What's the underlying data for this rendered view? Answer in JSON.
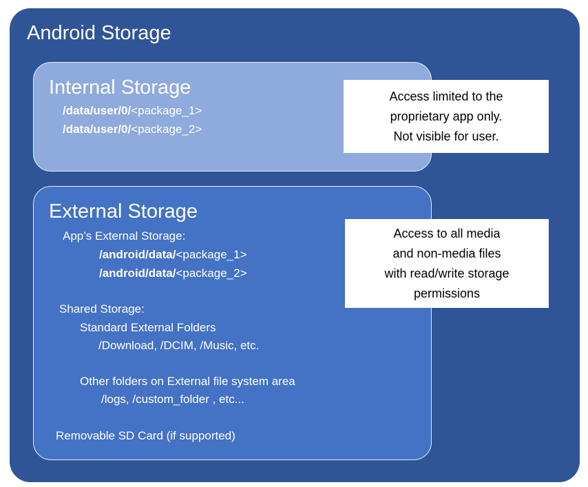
{
  "title": "Android Storage",
  "colors": {
    "outer": "#2F5597",
    "internal": "#8FAADC",
    "external": "#4472C4"
  },
  "internal": {
    "title": "Internal Storage",
    "paths": [
      {
        "bold": "/data/user/0/",
        "rest": "<package_1>"
      },
      {
        "bold": "/data/user/0/",
        "rest": "<package_2>"
      }
    ],
    "note": [
      "Access limited to the",
      "proprietary app only.",
      "Not visible for user."
    ]
  },
  "external": {
    "title": "External Storage",
    "app_label": "App’s External Storage:",
    "paths": [
      {
        "bold": "/android/data/",
        "rest": "<package_1>"
      },
      {
        "bold": "/android/data/",
        "rest": "<package_2>"
      }
    ],
    "shared_label": "Shared Storage:",
    "standard_label": "Standard External Folders",
    "standard_folders": "/Download, /DCIM, /Music, etc.",
    "other_label": "Other folders on External file system area",
    "other_folders": "/logs, /custom_folder , etc...",
    "sd_card": "Removable SD Card (if supported)",
    "note": [
      "Access to all media",
      "and non-media files",
      "with read/write storage",
      "permissions"
    ]
  }
}
